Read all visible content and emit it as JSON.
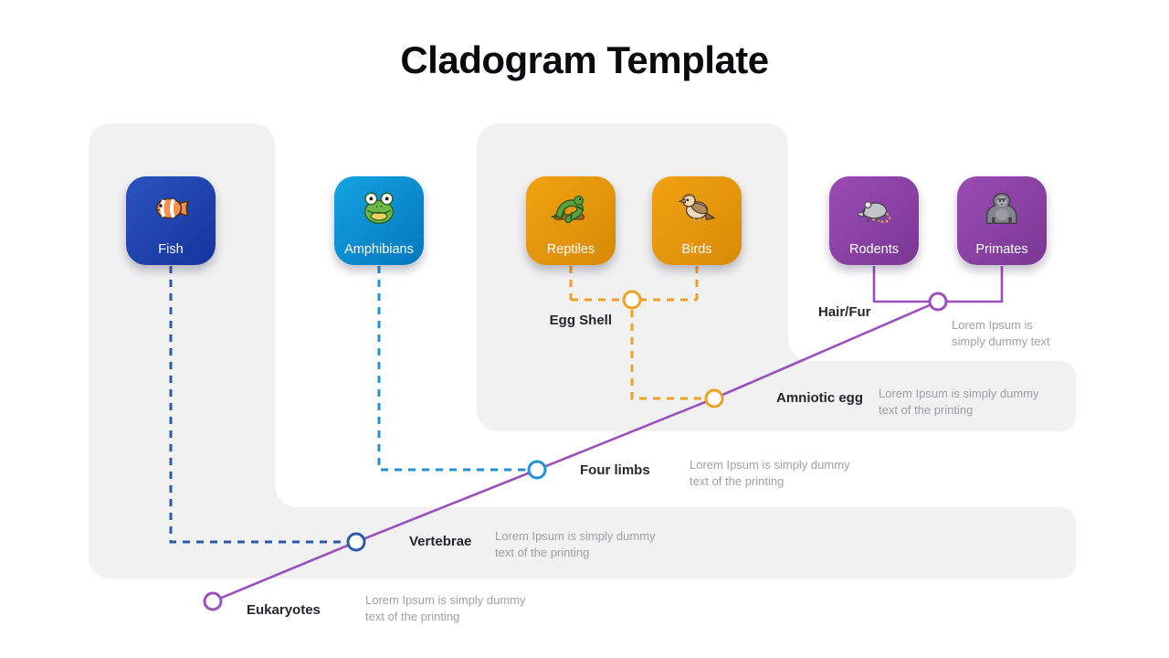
{
  "title": "Cladogram Template",
  "cards": {
    "fish": {
      "label": "Fish"
    },
    "amphibians": {
      "label": "Amphibians"
    },
    "reptiles": {
      "label": "Reptiles"
    },
    "birds": {
      "label": "Birds"
    },
    "rodents": {
      "label": "Rodents"
    },
    "primates": {
      "label": "Primates"
    }
  },
  "traits": {
    "egg_shell": {
      "label": "Egg Shell"
    },
    "hair_fur": {
      "label": "Hair/Fur",
      "desc": "Lorem Ipsum is simply dummy text"
    },
    "amniotic_egg": {
      "label": "Amniotic egg",
      "desc": "Lorem Ipsum is simply dummy text of the printing"
    },
    "four_limbs": {
      "label": "Four limbs",
      "desc": "Lorem Ipsum is simply dummy text of the printing"
    },
    "vertebrae": {
      "label": "Vertebrae",
      "desc": "Lorem Ipsum is simply dummy text of the printing"
    },
    "eukaryotes": {
      "label": "Eukaryotes",
      "desc": "Lorem Ipsum is simply dummy text of the printing"
    }
  },
  "colors": {
    "fish_line": "#2b5cab",
    "amphibian_line": "#1e93d6",
    "orange_line": "#eda224",
    "purple_line": "#9b50bd",
    "card_fish": "#1c3ba8",
    "card_amphibians": "#0787cd",
    "card_reptiles": "#e3940e",
    "card_mammals": "#8b3da6",
    "panel_gray": "#f1f1f2"
  }
}
